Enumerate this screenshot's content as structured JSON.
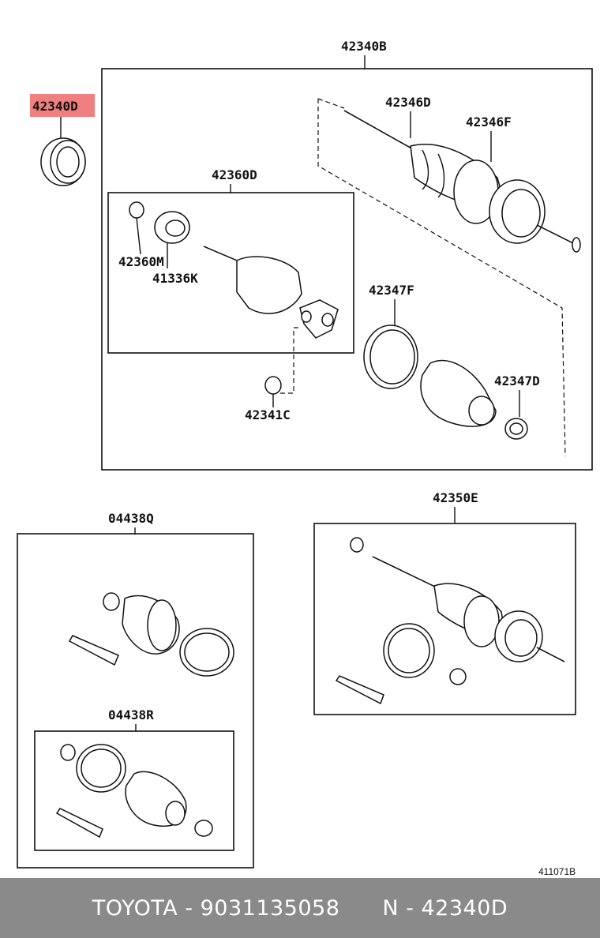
{
  "labels": {
    "l_42340B": "42340B",
    "l_42340D": "42340D",
    "l_42346D": "42346D",
    "l_42346F": "42346F",
    "l_42360D": "42360D",
    "l_42360M": "42360M",
    "l_41336K": "41336K",
    "l_42347F": "42347F",
    "l_42347D": "42347D",
    "l_42341C": "42341C",
    "l_04438Q": "04438Q",
    "l_04438R": "04438R",
    "l_42350E": "42350E",
    "drawing_no": "411071B"
  },
  "highlight_color": "#f08080",
  "footer": {
    "brand_part": "TOYOTA - 9031135058",
    "ref": "N - 42340D"
  }
}
